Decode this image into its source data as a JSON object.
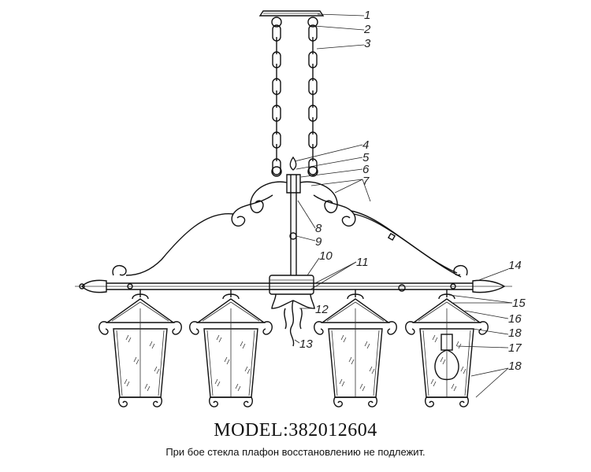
{
  "drawing": {
    "model_label": "MODEL:382012604",
    "note": "При бое стекла плафон восстановлению не подлежит.",
    "callouts": [
      "1",
      "2",
      "3",
      "4",
      "5",
      "6",
      "7",
      "8",
      "9",
      "10",
      "11",
      "12",
      "13",
      "14",
      "15",
      "16",
      "18",
      "17",
      "18"
    ]
  }
}
